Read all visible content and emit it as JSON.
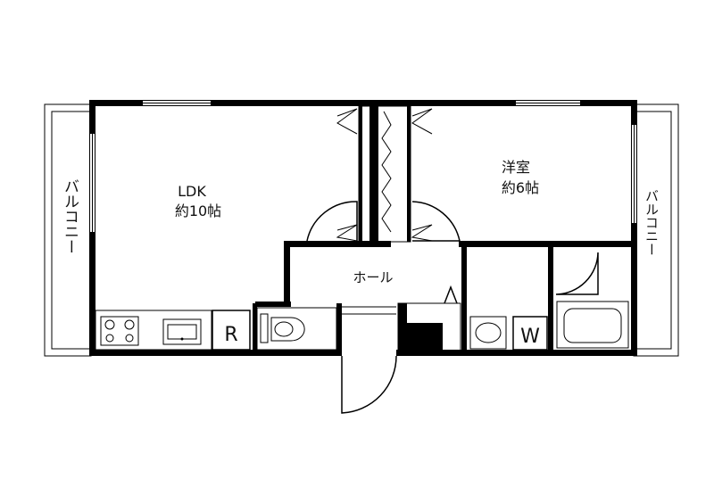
{
  "rooms": {
    "ldk": {
      "name": "LDK",
      "size": "約10帖"
    },
    "western_room": {
      "name": "洋室",
      "size": "約6帖"
    },
    "hall": {
      "name": "ホール"
    }
  },
  "balconies": {
    "left": "バルコニー",
    "right": "バルコニー"
  },
  "fixtures": {
    "refrigerator": "R",
    "washer": "W"
  }
}
